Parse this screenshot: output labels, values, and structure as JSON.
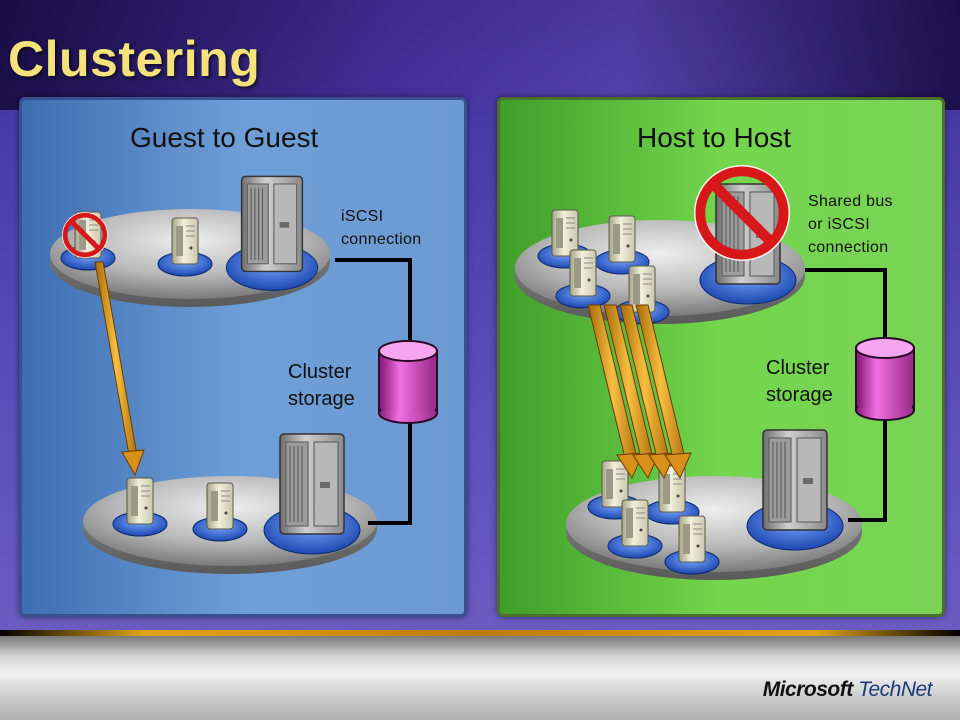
{
  "slide": {
    "title": "Clustering"
  },
  "panels": {
    "left": {
      "title": "Guest to Guest",
      "connection_label": [
        "iSCSI",
        "connection"
      ],
      "storage_label": [
        "Cluster",
        "storage"
      ],
      "color": "#5a8cd0"
    },
    "right": {
      "title": "Host to Host",
      "connection_label": [
        "Shared bus",
        "or iSCSI",
        "connection"
      ],
      "storage_label": [
        "Cluster",
        "storage"
      ],
      "color": "#64c43c"
    }
  },
  "footer": {
    "logo_part1": "Microsoft",
    "logo_part2": "TechNet"
  },
  "icons": {
    "prohibited": "prohibited-icon",
    "server": "server-icon",
    "storage": "storage-cylinder-icon"
  },
  "colors": {
    "title": "#f4e27a",
    "migration_arrow": "#e0a020",
    "prohibited": "#d81818",
    "storage": "#d040c0"
  }
}
